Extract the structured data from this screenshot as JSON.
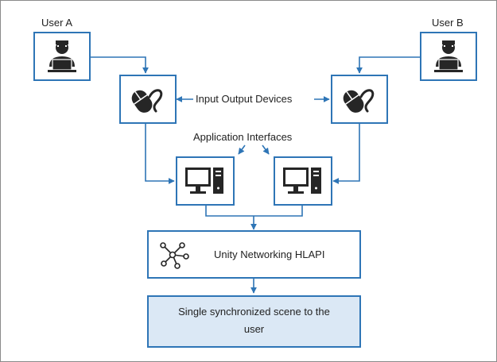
{
  "user_a": {
    "label": "User A"
  },
  "user_b": {
    "label": "User B"
  },
  "io_devices": {
    "label": "Input Output Devices"
  },
  "app_interfaces": {
    "label": "Application Interfaces"
  },
  "networking": {
    "label": "Unity Networking HLAPI"
  },
  "scene": {
    "line1": "Single synchronized scene to the",
    "line2": "user"
  },
  "colors": {
    "accent": "#2e75b6",
    "scene_fill": "#dbe8f5",
    "icon": "#262626"
  },
  "icons": [
    "user-at-laptop-icon",
    "mouse-icon",
    "desktop-computer-icon",
    "network-nodes-icon"
  ]
}
